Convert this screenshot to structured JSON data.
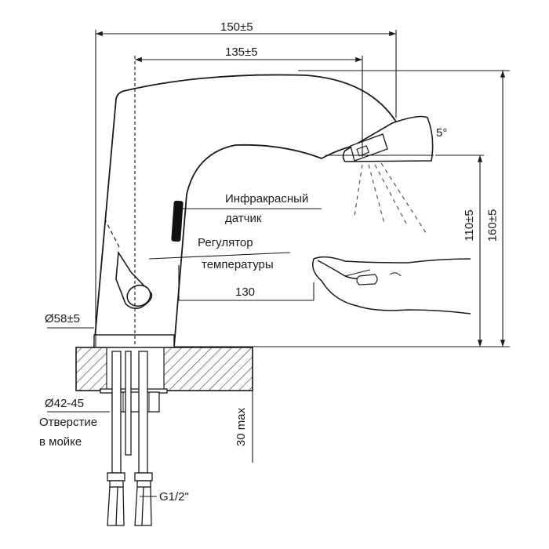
{
  "dimensions": {
    "overall_width": "150±5",
    "spout_reach": "135±5",
    "spout_angle": "5°",
    "spout_height": "110±5",
    "total_height": "160±5",
    "sensor_distance": "130",
    "base_diameter": "Ø58±5",
    "hole_diameter": "Ø42-45",
    "max_thickness": "30 max",
    "connection_thread": "G1/2\""
  },
  "labels": {
    "sensor_line1": "Инфракрасный",
    "sensor_line2": "датчик",
    "regulator_line1": "Регулятор",
    "regulator_line2": "температуры",
    "hole_line1": "Отверстие",
    "hole_line2": "в мойке"
  },
  "colors": {
    "line": "#1a1a1a",
    "sensor": "#111111",
    "background": "#ffffff"
  }
}
